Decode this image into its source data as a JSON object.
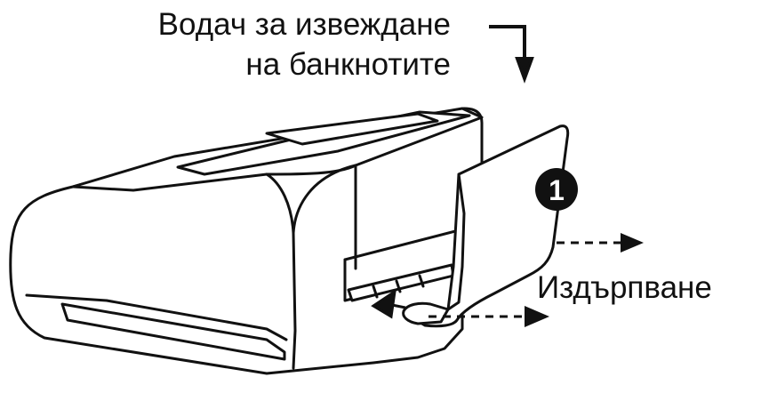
{
  "labels": {
    "guide_line1": "Водач за извеждане",
    "guide_line2": "на банкнотите",
    "pull": "Издърпване"
  },
  "step_badge": {
    "number": "1"
  },
  "colors": {
    "line": "#111111",
    "fill": "#ffffff",
    "badge": "#111111",
    "badge_text": "#ffffff"
  },
  "icons": {
    "down_arrow": "bent-down-arrow-icon",
    "pull_arrows": "dashed-right-arrow-icon"
  }
}
